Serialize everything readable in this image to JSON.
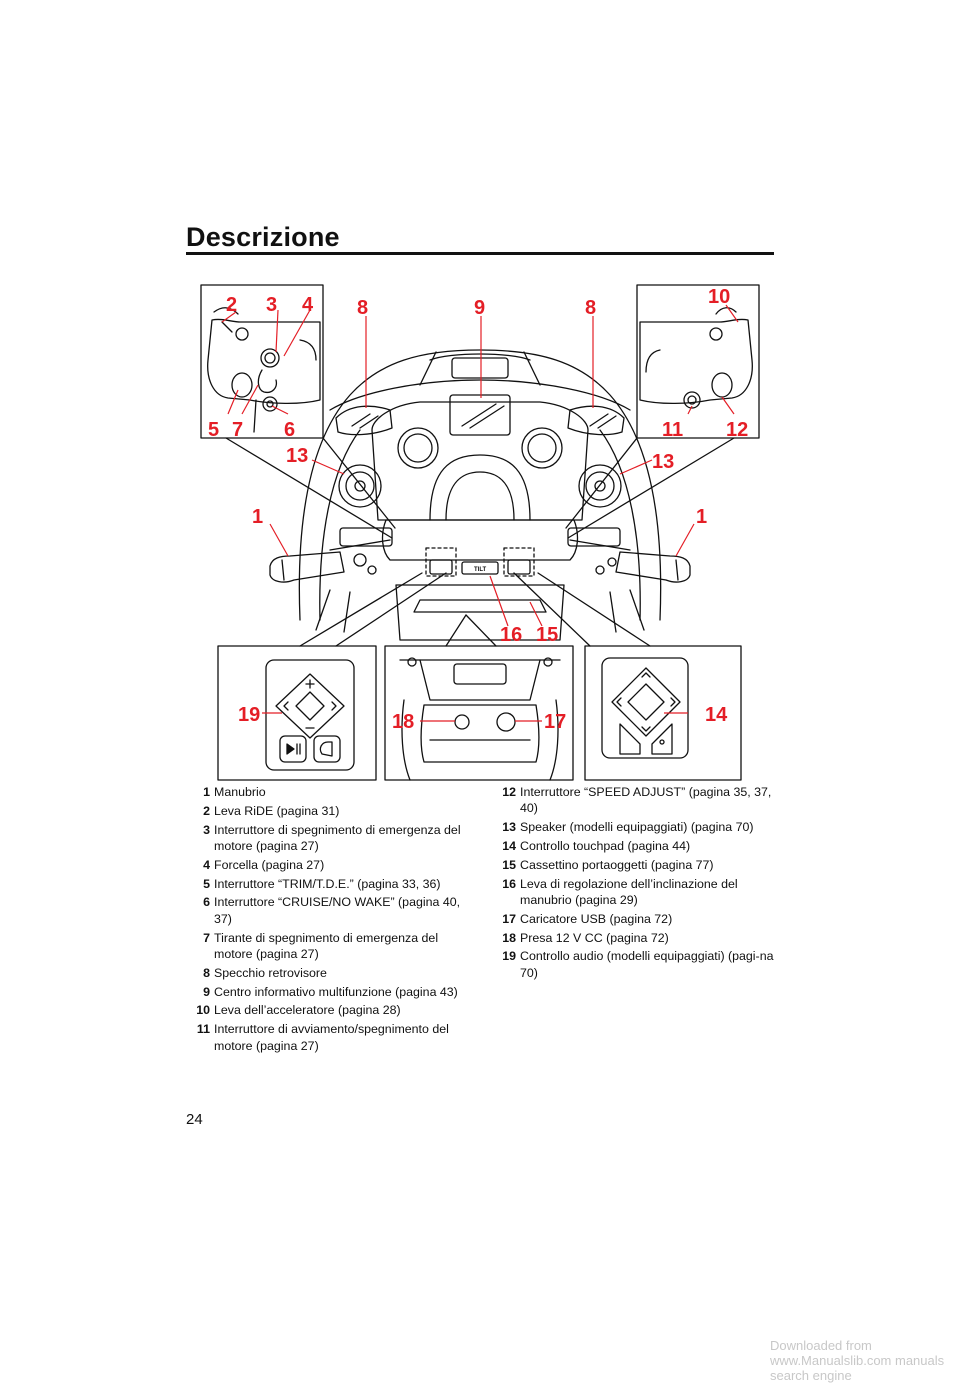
{
  "page": {
    "title": "Descrizione",
    "page_number": "24",
    "footer": "Downloaded from www.Manualslib.com manuals search engine"
  },
  "figure": {
    "callouts": {
      "c1l": "1",
      "c1r": "1",
      "c2": "2",
      "c3": "3",
      "c4": "4",
      "c5": "5",
      "c6": "6",
      "c7": "7",
      "c8l": "8",
      "c8r": "8",
      "c9": "9",
      "c10": "10",
      "c11": "11",
      "c12": "12",
      "c13l": "13",
      "c13r": "13",
      "c14": "14",
      "c15": "15",
      "c16": "16",
      "c17": "17",
      "c18": "18",
      "c19": "19"
    },
    "tilt_label": "TILT",
    "callout_color": "#e41e26"
  },
  "legend_left": [
    {
      "num": "1",
      "text": "Manubrio"
    },
    {
      "num": "2",
      "text": "Leva RiDE (pagina 31)"
    },
    {
      "num": "3",
      "text": "Interruttore di spegnimento di emergenza del motore (pagina 27)"
    },
    {
      "num": "4",
      "text": "Forcella (pagina 27)"
    },
    {
      "num": "5",
      "text": "Interruttore “TRIM/T.D.E.” (pagina 33, 36)"
    },
    {
      "num": "6",
      "text": "Interruttore “CRUISE/NO WAKE” (pagina 40, 37)"
    },
    {
      "num": "7",
      "text": "Tirante di spegnimento di emergenza del motore (pagina 27)"
    },
    {
      "num": "8",
      "text": "Specchio retrovisore"
    },
    {
      "num": "9",
      "text": "Centro informativo multifunzione (pagina 43)"
    },
    {
      "num": "10",
      "text": "Leva dell’acceleratore (pagina 28)"
    },
    {
      "num": "11",
      "text": "Interruttore di avviamento/spegnimento del motore (pagina 27)"
    }
  ],
  "legend_right": [
    {
      "num": "12",
      "text": "Interruttore “SPEED ADJUST” (pagina 35, 37, 40)"
    },
    {
      "num": "13",
      "text": "Speaker (modelli equipaggiati) (pagina 70)"
    },
    {
      "num": "14",
      "text": "Controllo touchpad (pagina 44)"
    },
    {
      "num": "15",
      "text": "Cassettino portaoggetti (pagina 77)"
    },
    {
      "num": "16",
      "text": "Leva di regolazione dell’inclinazione del manubrio (pagina 29)"
    },
    {
      "num": "17",
      "text": "Caricatore USB (pagina 72)"
    },
    {
      "num": "18",
      "text": "Presa 12 V CC (pagina 72)"
    },
    {
      "num": "19",
      "text": "Controllo audio (modelli equipaggiati) (pagi-na 70)"
    }
  ]
}
